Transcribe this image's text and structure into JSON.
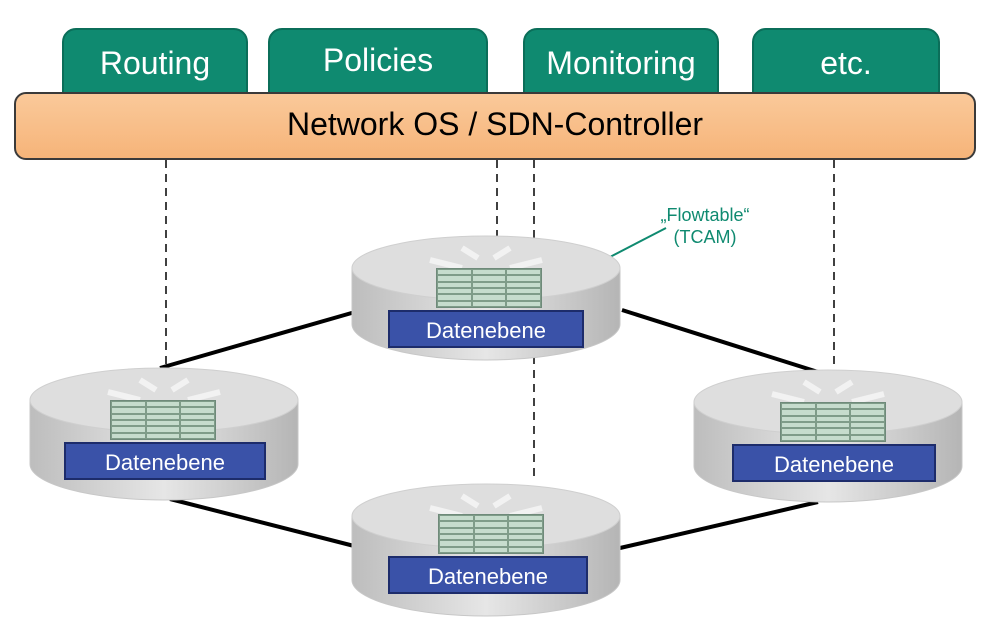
{
  "apps": [
    "Routing",
    "Policies",
    "Monitoring",
    "etc."
  ],
  "controller": {
    "label": "Network OS / SDN-Controller"
  },
  "annotation": {
    "line1": "„Flowtable“",
    "line2": "(TCAM)"
  },
  "routers": [
    {
      "id": "top",
      "label": "Datenebene"
    },
    {
      "id": "left",
      "label": "Datenebene"
    },
    {
      "id": "right",
      "label": "Datenebene"
    },
    {
      "id": "bottom",
      "label": "Datenebene"
    }
  ],
  "colors": {
    "app_tab": "#0f8a70",
    "controller": "#f6b479",
    "data_plane": "#3a52a8",
    "flowtable": "#c6dccd",
    "router_body": "#d8d8d8"
  }
}
